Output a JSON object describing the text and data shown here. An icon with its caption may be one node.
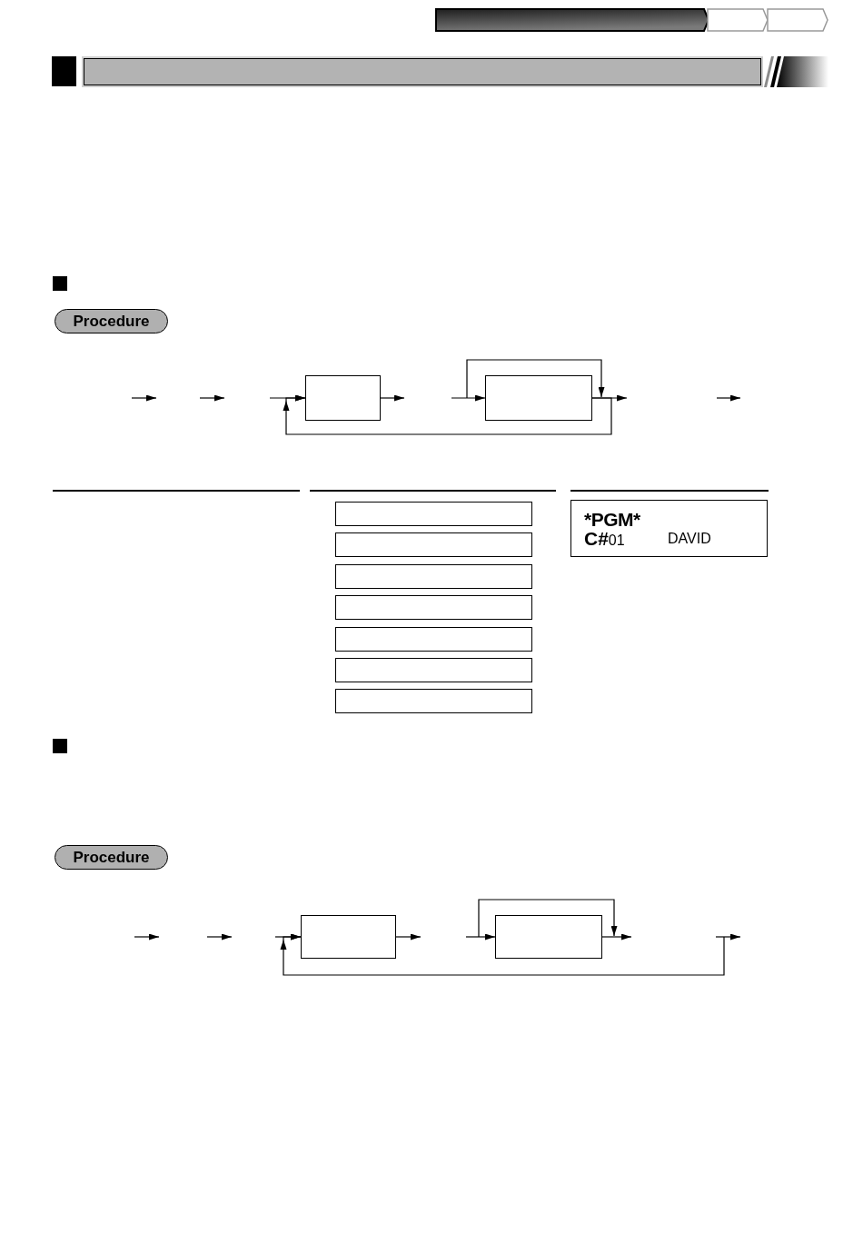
{
  "diagram": {
    "nodes": [
      {
        "text": [],
        "shape": "bar"
      },
      {
        "text": [
          "Procedure"
        ]
      },
      {
        "text": [],
        "shape": "box"
      },
      {
        "text": [],
        "shape": "box"
      },
      {
        "text": [],
        "shape": "box"
      },
      {
        "text": [],
        "shape": "box"
      },
      {
        "text": [],
        "shape": "box"
      },
      {
        "text": [],
        "shape": "box"
      },
      {
        "text": [],
        "shape": "box"
      },
      {
        "text": [],
        "shape": "box"
      },
      {
        "text": [],
        "shape": "box"
      },
      {
        "text": [
          "*PGM*",
          "C#01",
          "DAVID"
        ]
      },
      {
        "text": [
          "Procedure"
        ]
      },
      {
        "text": [],
        "shape": "box"
      },
      {
        "text": [],
        "shape": "box"
      }
    ],
    "edges": [
      {
        "from": null,
        "to": 2,
        "arrow": "to"
      },
      {
        "from": 2,
        "to": null,
        "arrow": "to"
      },
      {
        "from": null,
        "to": 3,
        "arrow": "to"
      },
      {
        "from": 3,
        "to": null,
        "arrow": "to"
      },
      {
        "from": 3,
        "to": 2,
        "arrow": "to"
      },
      {
        "from": null,
        "to": 13,
        "arrow": "to"
      },
      {
        "from": 13,
        "to": null,
        "arrow": "to"
      },
      {
        "from": null,
        "to": 14,
        "arrow": "to"
      },
      {
        "from": 14,
        "to": null,
        "arrow": "to"
      },
      {
        "from": null,
        "to": 13,
        "arrow": "to"
      }
    ]
  }
}
